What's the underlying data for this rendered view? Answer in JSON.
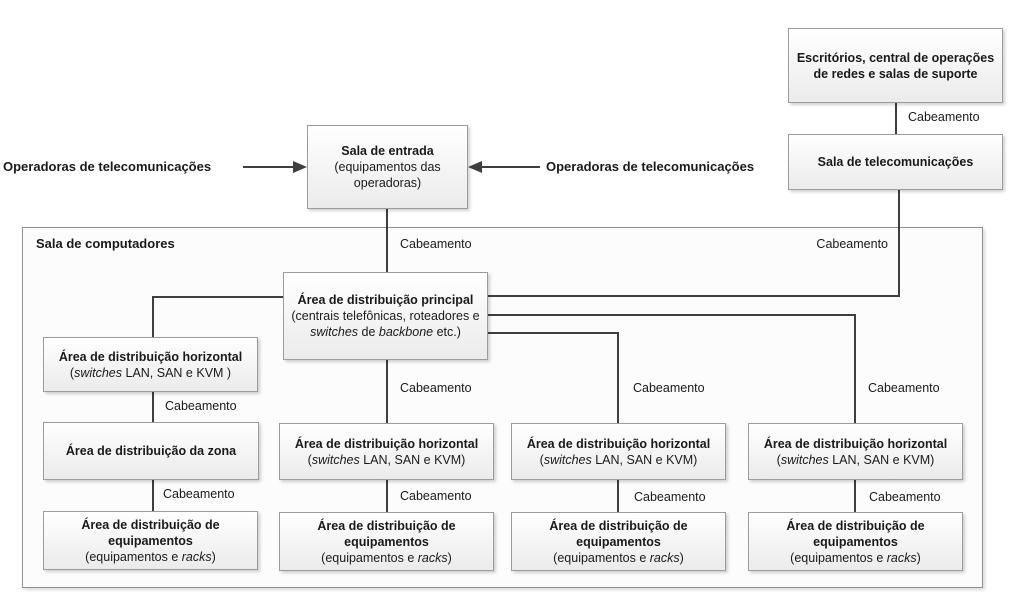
{
  "diagram": {
    "cabling_label": "Cabeamento",
    "external": {
      "operators_left": "Operadoras de telecomunicações",
      "operators_right": "Operadoras de telecomunicações"
    },
    "colors": {
      "line": "#3f3f3f",
      "node_border": "#9c9c9c",
      "node_fill_top": "#ffffff",
      "node_fill_bottom": "#ebebeb"
    },
    "nodes": {
      "offices": {
        "title": "Escritórios, central de operações de redes e salas de suporte"
      },
      "telecom_room": {
        "title": "Sala de telecomunicações"
      },
      "entrance_room": {
        "title": "Sala de entrada",
        "subtitle": "(equipamentos das operadoras)"
      },
      "computer_room": {
        "title": "Sala de computadores"
      },
      "main_distribution": {
        "title": "Área de distribuição principal",
        "subtitle": [
          {
            "t": "(centrais telefônicas, roteadores e "
          },
          {
            "t": "switches",
            "i": true
          },
          {
            "t": " de "
          },
          {
            "t": "backbone",
            "i": true
          },
          {
            "t": " etc.)"
          }
        ]
      },
      "zone_distribution": {
        "title": "Área de distribuição da zona"
      }
    },
    "columns": [
      {
        "horizontal": {
          "title": "Área de distribuição horizontal",
          "subtitle": [
            {
              "t": "("
            },
            {
              "t": "switches",
              "i": true
            },
            {
              "t": " LAN, SAN e KVM )"
            }
          ]
        },
        "equipment": {
          "title": "Área de distribuição de equipamentos",
          "subtitle": [
            {
              "t": "(equipamentos e "
            },
            {
              "t": "racks",
              "i": true
            },
            {
              "t": ")"
            }
          ]
        }
      },
      {
        "horizontal": {
          "title": "Área de distribuição horizontal",
          "subtitle": [
            {
              "t": "("
            },
            {
              "t": "switches",
              "i": true
            },
            {
              "t": " LAN, SAN e KVM)"
            }
          ]
        },
        "equipment": {
          "title": "Área de distribuição de equipamentos",
          "subtitle": [
            {
              "t": "(equipamentos e "
            },
            {
              "t": "racks",
              "i": true
            },
            {
              "t": ")"
            }
          ]
        }
      },
      {
        "horizontal": {
          "title": "Área de distribuição horizontal",
          "subtitle": [
            {
              "t": "("
            },
            {
              "t": "switches",
              "i": true
            },
            {
              "t": " LAN, SAN e KVM)"
            }
          ]
        },
        "equipment": {
          "title": "Área de distribuição de equipamentos",
          "subtitle": [
            {
              "t": "(equipamentos e "
            },
            {
              "t": "racks",
              "i": true
            },
            {
              "t": ")"
            }
          ]
        }
      },
      {
        "horizontal": {
          "title": "Área de distribuição horizontal",
          "subtitle": [
            {
              "t": "("
            },
            {
              "t": "switches",
              "i": true
            },
            {
              "t": " LAN, SAN e KVM)"
            }
          ]
        },
        "equipment": {
          "title": "Área de distribuição de equipamentos",
          "subtitle": [
            {
              "t": "(equipamentos e "
            },
            {
              "t": "racks",
              "i": true
            },
            {
              "t": ")"
            }
          ]
        }
      }
    ]
  }
}
